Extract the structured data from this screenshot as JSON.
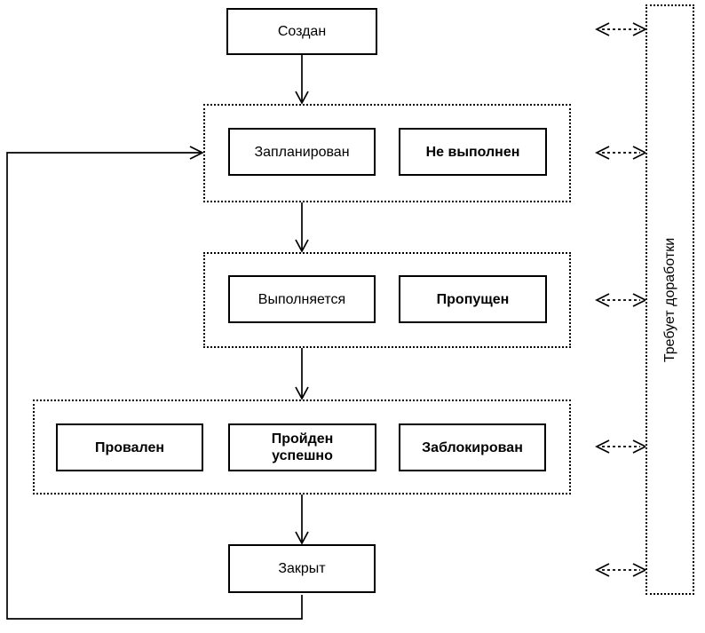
{
  "diagram": {
    "type": "state-flowchart",
    "language": "ru",
    "colors": {
      "line": "#000000",
      "box_border": "#000000",
      "background": "#ffffff",
      "text": "#000000"
    }
  },
  "nodes": {
    "sozdan": {
      "label": "Создан",
      "bold": false
    },
    "zaplanirovan": {
      "label": "Запланирован",
      "bold": false
    },
    "ne_vypolnen": {
      "label": "Не выполнен",
      "bold": true
    },
    "vypolnyaetsya": {
      "label": "Выполняется",
      "bold": false
    },
    "propushchen": {
      "label": "Пропущен",
      "bold": true
    },
    "provalen": {
      "label": "Провален",
      "bold": true
    },
    "proiden_uspeshno": {
      "line1": "Пройден",
      "line2": "успешно",
      "bold": true
    },
    "zablokirovan": {
      "label": "Заблокирован",
      "bold": true
    },
    "zakryt": {
      "label": "Закрыт",
      "bold": false
    }
  },
  "sidebar": {
    "label": "Требует доработки"
  },
  "edges": [
    {
      "from": "sozdan",
      "to": "group-planned",
      "style": "solid-arrow"
    },
    {
      "from": "group-planned",
      "to": "group-running",
      "style": "solid-arrow"
    },
    {
      "from": "group-running",
      "to": "group-result",
      "style": "solid-arrow"
    },
    {
      "from": "group-result",
      "to": "zakryt",
      "style": "solid-arrow"
    },
    {
      "from": "zakryt",
      "to": "group-planned",
      "style": "solid-arrow-loop-left"
    },
    {
      "from": "rework-bar",
      "to": "sozdan",
      "style": "dashed-double-arrow"
    },
    {
      "from": "rework-bar",
      "to": "group-planned",
      "style": "dashed-double-arrow"
    },
    {
      "from": "rework-bar",
      "to": "group-running",
      "style": "dashed-double-arrow"
    },
    {
      "from": "rework-bar",
      "to": "group-result",
      "style": "dashed-double-arrow"
    },
    {
      "from": "rework-bar",
      "to": "zakryt",
      "style": "dashed-double-arrow"
    }
  ]
}
